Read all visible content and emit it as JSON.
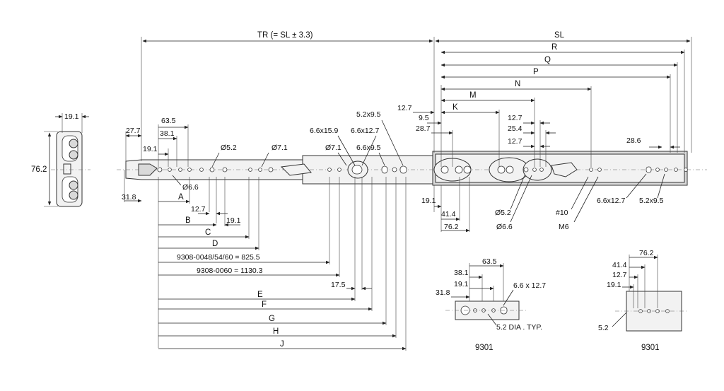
{
  "overall": {
    "tr": "TR (= SL ± 3.3)",
    "sl": "SL",
    "r": "R",
    "q": "Q",
    "p": "P",
    "n": "N",
    "m": "M",
    "k": "K"
  },
  "section": {
    "width": "19.1",
    "height": "76.2"
  },
  "left_dims": {
    "d27_7": "27.7",
    "d63_5": "63.5",
    "d38_1": "38.1",
    "d19_1": "19.1",
    "d31_8": "31.8",
    "dia5_2": "Ø5.2",
    "dia7_1a": "Ø7.1",
    "dia6_6": "Ø6.6",
    "a": "A",
    "d12_7": "12.7",
    "b": "B",
    "d19_1b": "19.1",
    "c": "C",
    "d": "D",
    "model_a": "9308-0048/54/60 = 825.5",
    "model_b": "9308-0060 = 1130.3",
    "d17_5": "17.5",
    "e": "E",
    "f": "F",
    "g": "G",
    "h": "H",
    "j": "J"
  },
  "mid_dims": {
    "s5_2x9_5": "5.2x9.5",
    "s6_6x15_9": "6.6x15.9",
    "s6_6x12_7": "6.6x12.7",
    "dia7_1b": "Ø7.1",
    "s6_6x9_5": "6.6x9.5"
  },
  "right_dims": {
    "d12_7a": "12.7",
    "d9_5": "9.5",
    "d28_7": "28.7",
    "d12_7b": "12.7",
    "d25_4": "25.4",
    "d12_7c": "12.7",
    "d28_6": "28.6",
    "d19_1": "19.1",
    "d41_4": "41.4",
    "d76_2": "76.2",
    "dia5_2": "Ø5.2",
    "dia6_6": "Ø6.6",
    "screw10": "#10",
    "m6": "M6",
    "s6_6x12_7": "6.6x12.7",
    "s5_2x9_5": "5.2x9.5"
  },
  "detail1": {
    "d63_5": "63.5",
    "d38_1": "38.1",
    "d19_1": "19.1",
    "s6_6x12_7": "6.6 x 12.7",
    "d31_8": "31.8",
    "dia_note": "5.2 DIA . TYP.",
    "label": "9301"
  },
  "detail2": {
    "d76_2": "76.2",
    "d41_4": "41.4",
    "d12_7": "12.7",
    "d19_1": "19.1",
    "d5_2": "5.2",
    "label": "9301"
  }
}
